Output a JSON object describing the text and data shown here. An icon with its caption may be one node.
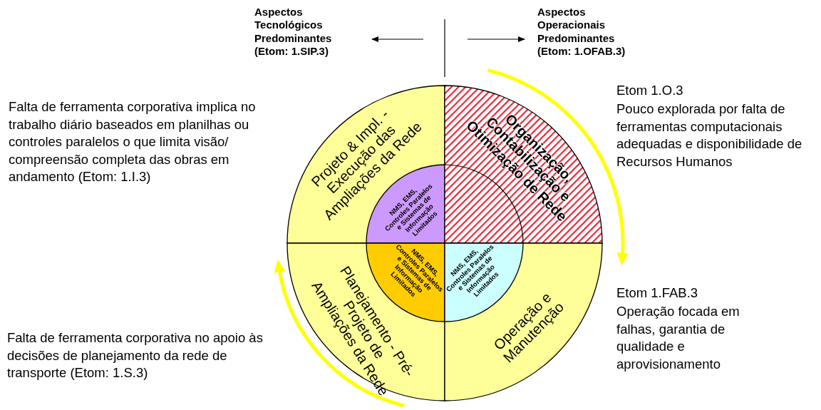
{
  "diagram": {
    "nodes": [
      {
        "text": [
          "Projeto & Impl. - Execução das Ampliações da Rede"
        ]
      },
      {
        "text": [
          "NMS, EMS, Controles Paralelos e Sistemas de Informação Limitados"
        ],
        "in": 0
      },
      {
        "text": [
          "Organização, Contabilização e Otimização de Rede"
        ]
      },
      {
        "text": [
          "Planejamento - Pré-Projeto de Ampliações da Rede"
        ]
      },
      {
        "text": [
          "NMS, EMS, Controles Paralelos e Sistemas de Informação Limitados"
        ],
        "in": 3
      },
      {
        "text": [
          "Operação e Manutenção"
        ]
      },
      {
        "text": [
          "NMS, EMS, Controles Paralelos e Sistemas de Informação Limitados"
        ],
        "in": 5
      }
    ],
    "labels": [
      "Aspectos Tecnológicos Predominantes (Etom: 1.SIP.3)",
      "Aspectos Operacionais Predominantes (Etom: 1.OFAB.3)",
      "Falta de ferramenta corporativa implica no trabalho diário baseados em planilhas ou controles paralelos o que limita visão/ compreensão completa das obras em andamento (Etom: 1.I.3)",
      "Etom 1.O.3",
      "Pouco explorada por falta de ferramentas computacionais adequadas e disponibilidade de Recursos Humanos",
      "Etom 1.FAB.3",
      "Operação focada em falhas, garantia de qualidade e aprovisionamento",
      "Falta de ferramenta corporativa no apoio às decisões de planejamento da rede de transporte (Etom: 1.S.3)"
    ]
  }
}
